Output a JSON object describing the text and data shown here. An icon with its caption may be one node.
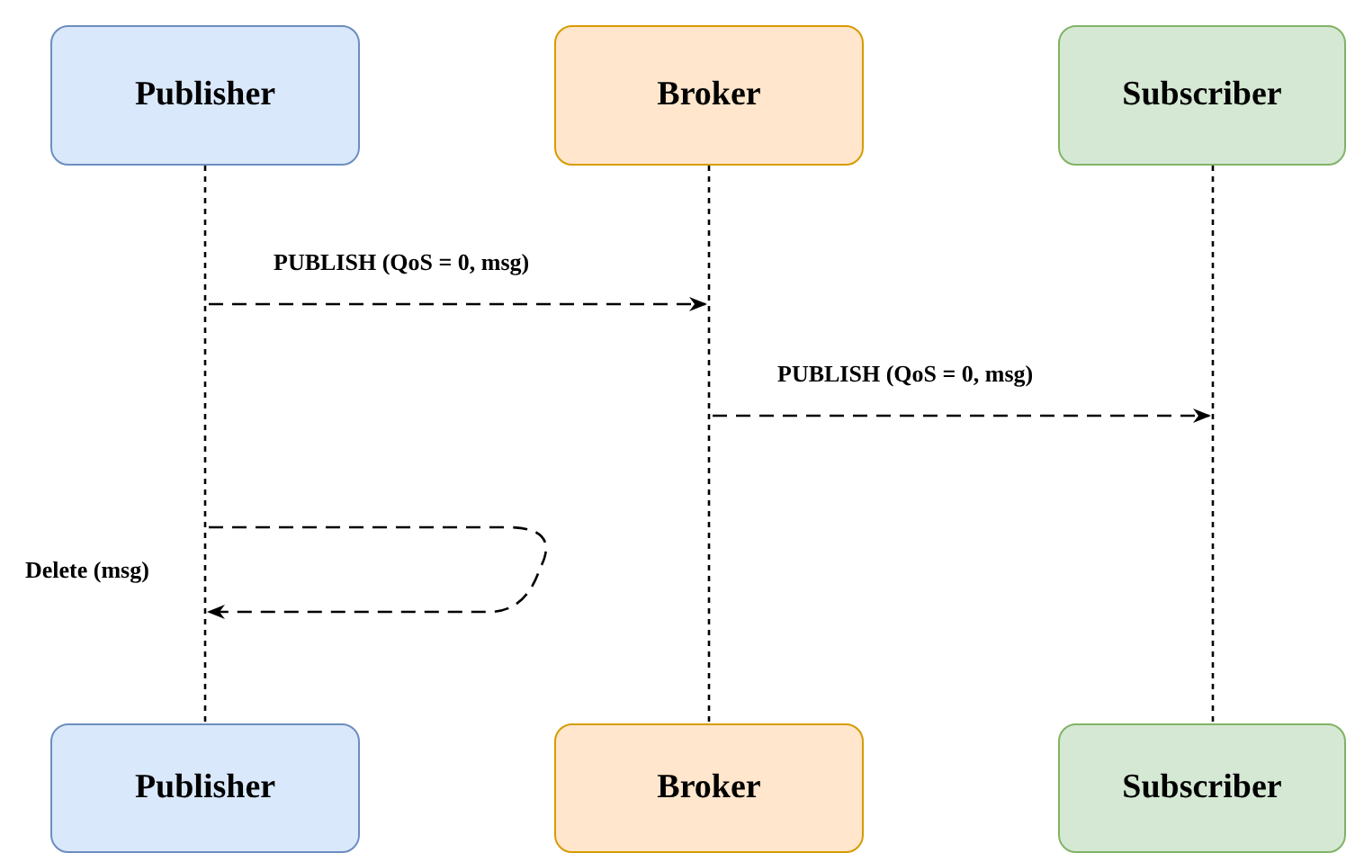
{
  "diagram": {
    "nodes": [
      {
        "text": [
          "Publisher"
        ]
      },
      {
        "text": [
          "Broker"
        ]
      },
      {
        "text": [
          "Subscriber"
        ]
      },
      {
        "text": [],
        "shape": "line"
      },
      {
        "text": [],
        "shape": "line"
      },
      {
        "text": [],
        "shape": "line"
      },
      {
        "text": [
          "Publisher"
        ]
      },
      {
        "text": [
          "Broker"
        ]
      },
      {
        "text": [
          "Subscriber"
        ]
      }
    ],
    "edges": [
      {
        "from": 3,
        "to": 4,
        "arrow": "to",
        "style": "dashed",
        "label": "PUBLISH (QoS = 0, msg)"
      },
      {
        "from": 4,
        "to": 5,
        "arrow": "to",
        "style": "dashed",
        "label": "PUBLISH (QoS = 0, msg)"
      },
      {
        "from": 3,
        "to": 3,
        "arrow": "to",
        "style": "dashed",
        "label": "Delete (msg)"
      }
    ]
  }
}
